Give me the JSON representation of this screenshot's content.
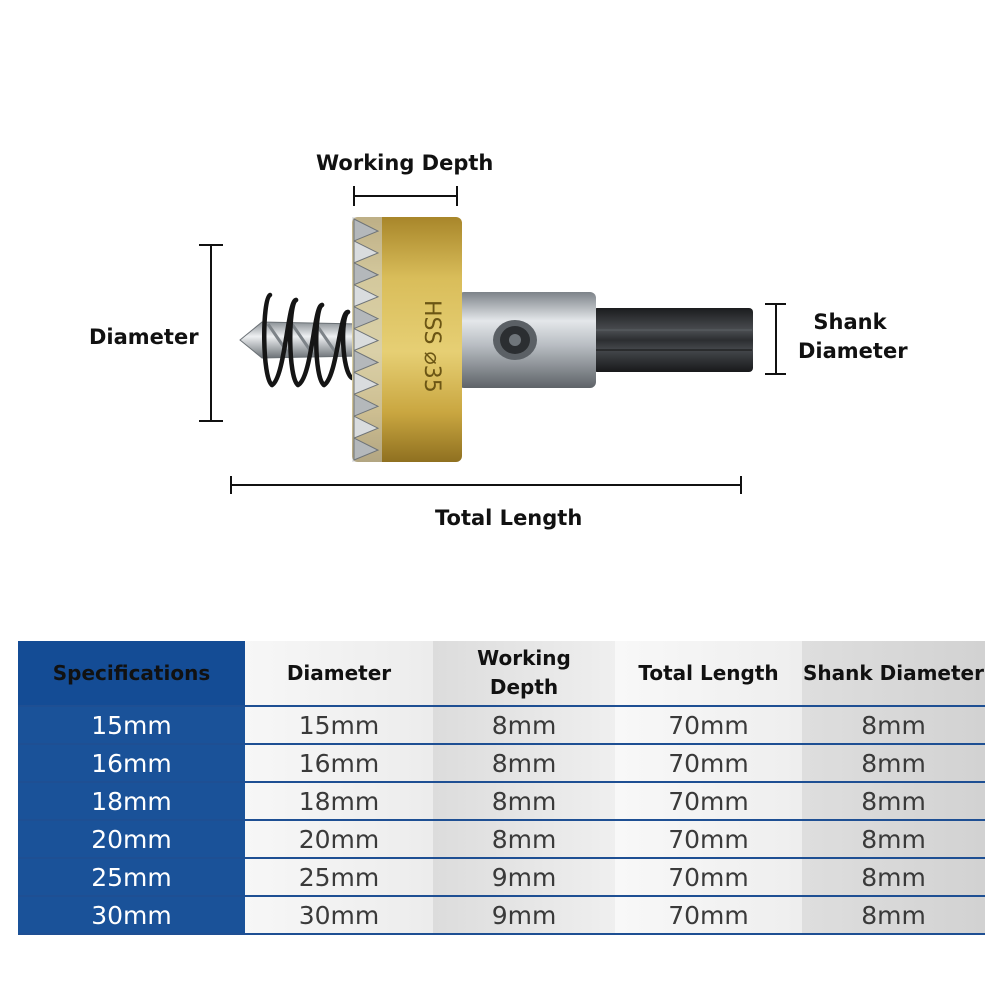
{
  "diagram": {
    "labels": {
      "working_depth": "Working Depth",
      "diameter": "Diameter",
      "shank_diameter_line1": "Shank",
      "shank_diameter_line2": "Diameter",
      "total_length": "Total Length",
      "engraving": "HSS ⌀35"
    },
    "colors": {
      "cutter_gold": "#c8a63a",
      "teeth_silver": "#bfc3c6",
      "shank_steel": "#9aa0a6",
      "hex_black": "#2a2c2e"
    }
  },
  "table": {
    "headers": [
      "Specifications",
      "Diameter",
      "Working Depth",
      "Total Length",
      "Shank Diameter"
    ],
    "header_working_depth_line1": "Working",
    "header_working_depth_line2": "Depth",
    "rows": [
      [
        "15mm",
        "15mm",
        "8mm",
        "70mm",
        "8mm"
      ],
      [
        "16mm",
        "16mm",
        "8mm",
        "70mm",
        "8mm"
      ],
      [
        "18mm",
        "18mm",
        "8mm",
        "70mm",
        "8mm"
      ],
      [
        "20mm",
        "20mm",
        "8mm",
        "70mm",
        "8mm"
      ],
      [
        "25mm",
        "25mm",
        "9mm",
        "70mm",
        "8mm"
      ],
      [
        "30mm",
        "30mm",
        "9mm",
        "70mm",
        "8mm"
      ]
    ],
    "colors": {
      "spec_column_bg": "#1a5299",
      "row_border": "#1e4f93"
    }
  }
}
